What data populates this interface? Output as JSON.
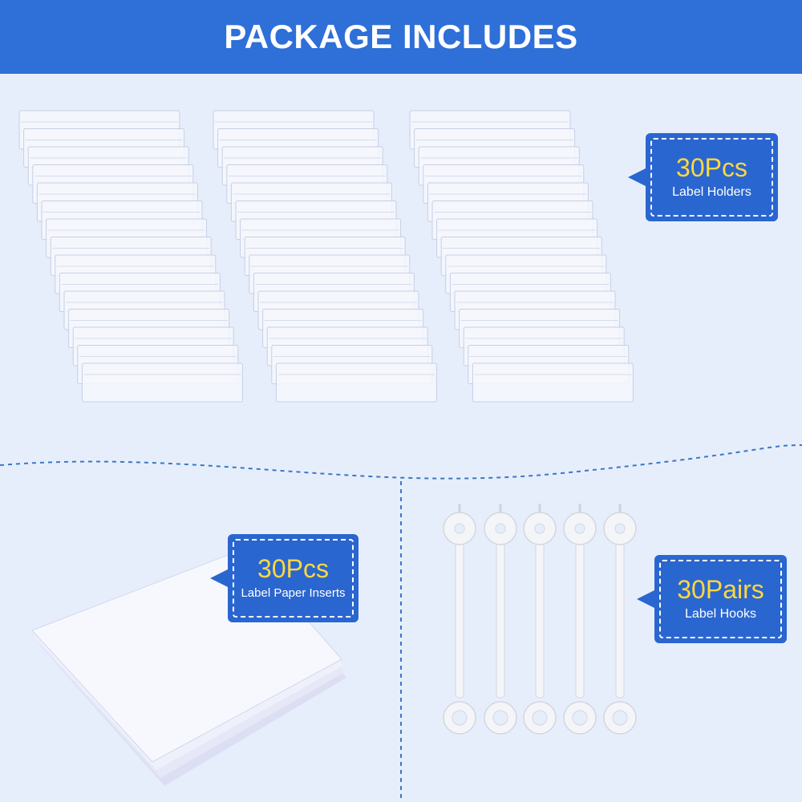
{
  "header": {
    "title": "PACKAGE INCLUDES"
  },
  "items": [
    {
      "count": "30Pcs",
      "label": "Label Holders"
    },
    {
      "count": "30Pcs",
      "label": "Label Paper Inserts"
    },
    {
      "count": "30Pairs",
      "label": "Label Hooks"
    }
  ],
  "colors": {
    "header_bg": "#2e6fd8",
    "background": "#e7eefb",
    "callout_bg": "#2a66cf",
    "count_text": "#ffd83d",
    "label_text": "#ffffff",
    "divider": "#3a78c4"
  }
}
